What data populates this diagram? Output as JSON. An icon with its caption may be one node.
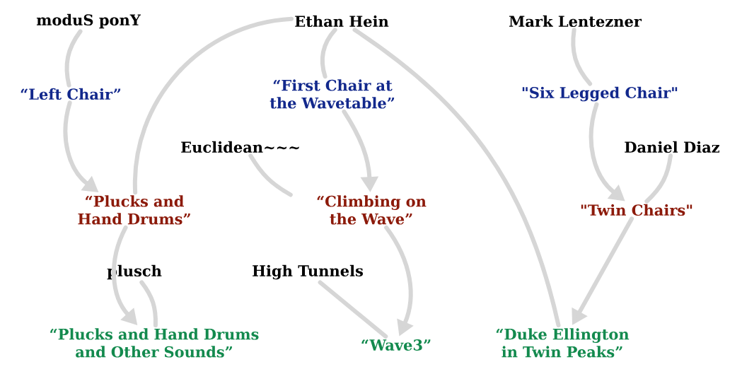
{
  "diagram": {
    "nodes": [
      {
        "text": [
          "moduS ponY"
        ]
      },
      {
        "text": [
          "Ethan Hein"
        ]
      },
      {
        "text": [
          "Mark Lentezner"
        ]
      },
      {
        "text": [
          "“Left Chair”"
        ]
      },
      {
        "text": [
          "“First Chair at the Wavetable”"
        ]
      },
      {
        "text": [
          "\"Six Legged Chair\""
        ]
      },
      {
        "text": [
          "Euclidean~~~"
        ]
      },
      {
        "text": [
          "Daniel Diaz"
        ]
      },
      {
        "text": [
          "“Plucks and Hand Drums”"
        ]
      },
      {
        "text": [
          "“Climbing on the Wave”"
        ]
      },
      {
        "text": [
          "\"Twin Chairs\""
        ]
      },
      {
        "text": [
          "plusch"
        ]
      },
      {
        "text": [
          "High Tunnels"
        ]
      },
      {
        "text": [
          "“Plucks and Hand Drums and Other Sounds”"
        ]
      },
      {
        "text": [
          "“Wave3”"
        ]
      },
      {
        "text": [
          "“Duke Ellington in Twin Peaks”"
        ]
      }
    ],
    "edges": [
      {
        "from": 0,
        "to": 3,
        "arrow": "none"
      },
      {
        "from": 3,
        "to": 8,
        "arrow": "to"
      },
      {
        "from": 1,
        "to": 8,
        "arrow": "none"
      },
      {
        "from": 1,
        "to": 4,
        "arrow": "none"
      },
      {
        "from": 4,
        "to": 9,
        "arrow": "to"
      },
      {
        "from": 6,
        "to": 9,
        "arrow": "none"
      },
      {
        "from": 1,
        "to": 15,
        "arrow": "none"
      },
      {
        "from": 2,
        "to": 5,
        "arrow": "none"
      },
      {
        "from": 5,
        "to": 10,
        "arrow": "to"
      },
      {
        "from": 7,
        "to": 10,
        "arrow": "none"
      },
      {
        "from": 10,
        "to": 15,
        "arrow": "to"
      },
      {
        "from": 8,
        "to": 13,
        "arrow": "to"
      },
      {
        "from": 11,
        "to": 13,
        "arrow": "none"
      },
      {
        "from": 9,
        "to": 14,
        "arrow": "to"
      },
      {
        "from": 12,
        "to": 14,
        "arrow": "none"
      }
    ]
  }
}
